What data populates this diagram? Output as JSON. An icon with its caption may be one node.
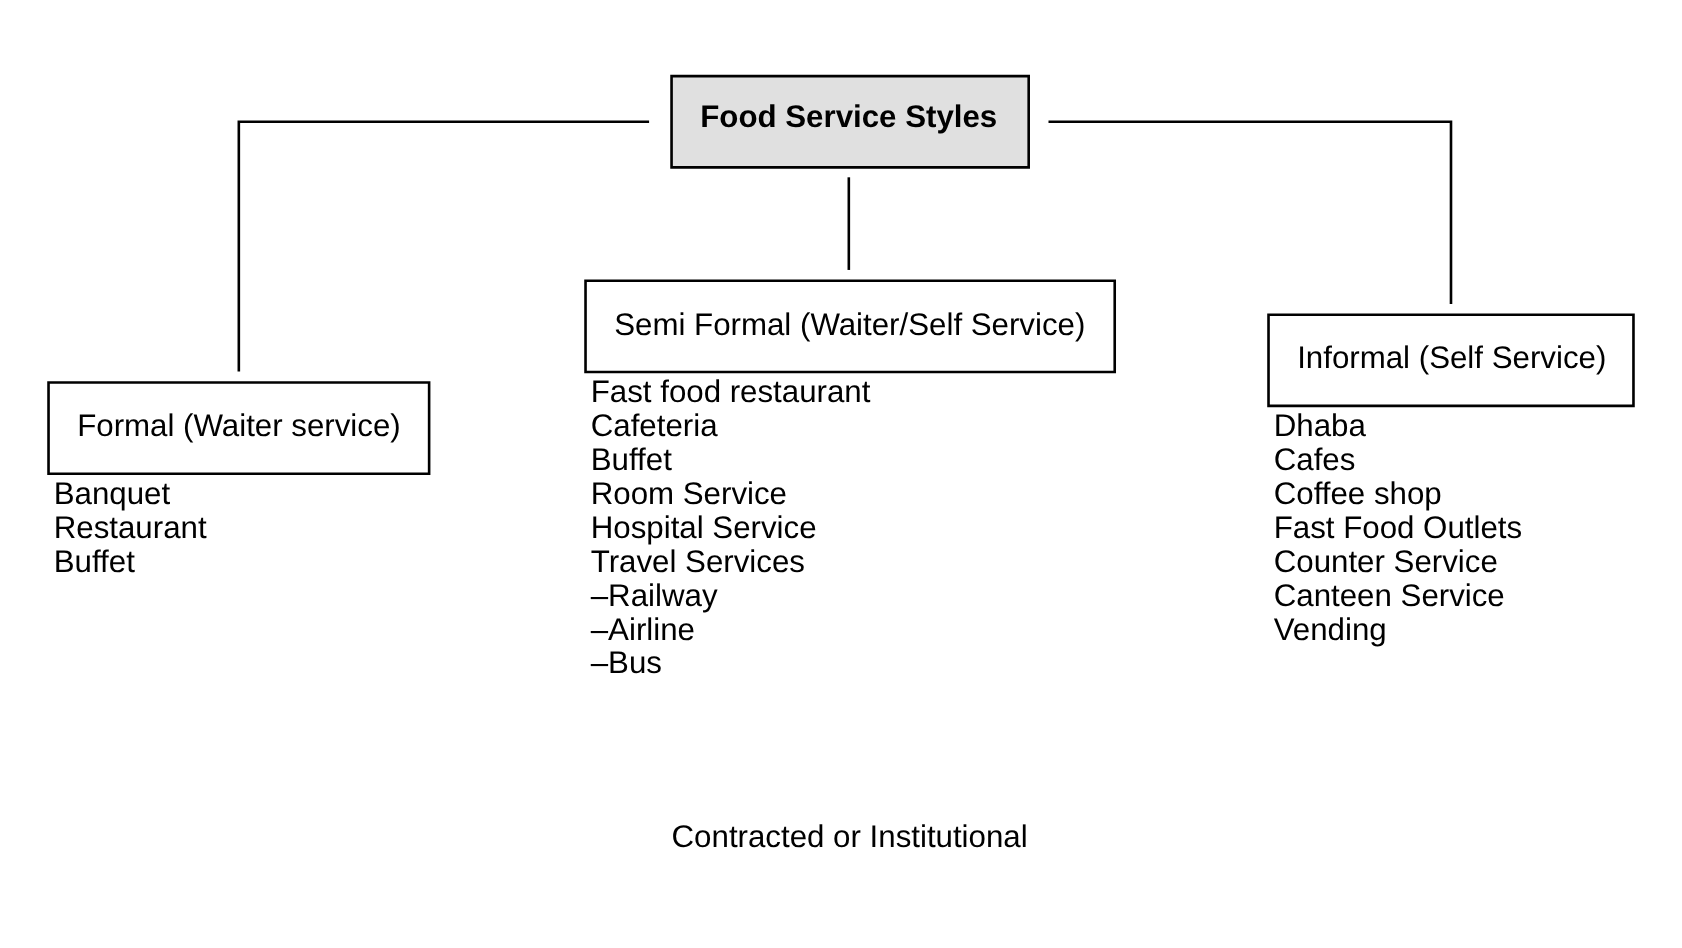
{
  "diagram": {
    "nodes": [
      {
        "text": [
          "Food Service Styles"
        ]
      },
      {
        "text": [
          "Formal (Waiter service)"
        ],
        "beside": [
          "Banquet",
          "Restaurant",
          "Buffet"
        ]
      },
      {
        "text": [
          "Semi Formal (Waiter/Self Service)"
        ],
        "beside": [
          "Fast food restaurant",
          "Cafeteria",
          "Buffet",
          "Room Service",
          "Hospital Service",
          "Travel Services",
          "–Railway",
          "–Airline",
          "–Bus"
        ]
      },
      {
        "text": [
          "Informal (Self Service)"
        ],
        "beside": [
          "Dhaba",
          "Cafes",
          "Coffee shop",
          "Fast Food Outlets",
          "Counter Service",
          "Canteen Service",
          "Vending"
        ]
      }
    ],
    "edges": [
      {
        "from": 0,
        "to": 1,
        "arrow": "none"
      },
      {
        "from": 0,
        "to": 2,
        "arrow": "none"
      },
      {
        "from": 0,
        "to": 3,
        "arrow": "none"
      }
    ],
    "labels": [
      "Contracted or Institutional"
    ]
  }
}
